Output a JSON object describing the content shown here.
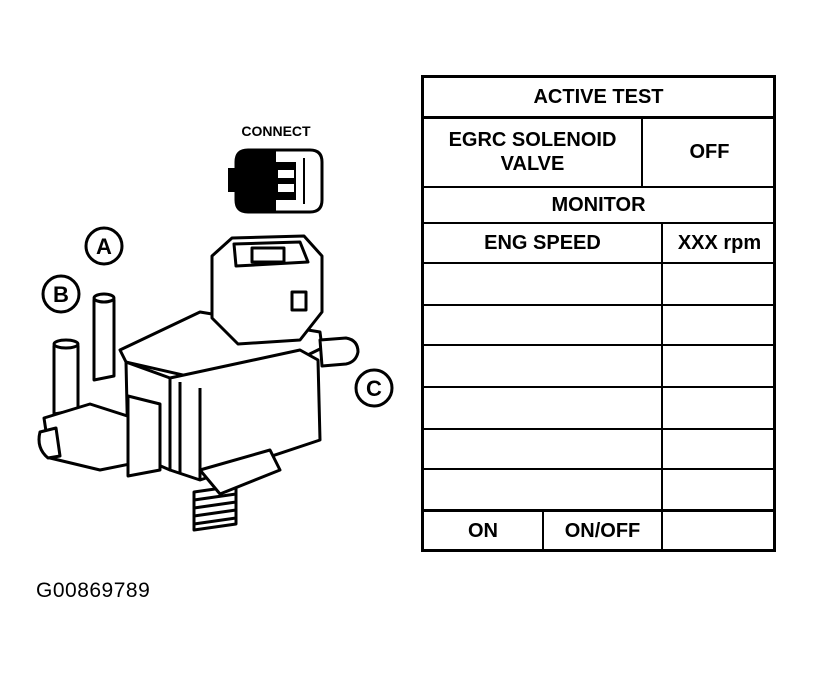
{
  "labels": {
    "connect": "CONNECT",
    "port_a": "A",
    "port_b": "B",
    "port_c": "C",
    "figure_id": "G00869789"
  },
  "table": {
    "header": "ACTIVE TEST",
    "item": "EGRC SOLENOID VALVE",
    "item_value": "OFF",
    "monitor": "MONITOR",
    "monitor_item": "ENG SPEED",
    "monitor_value": "XXX rpm",
    "button_on": "ON",
    "button_onoff": "ON/OFF"
  }
}
